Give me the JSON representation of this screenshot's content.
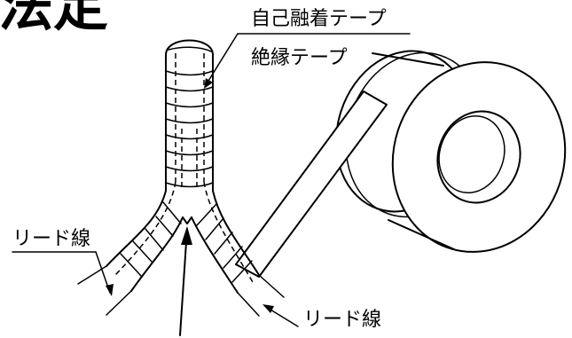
{
  "title": "法定",
  "labels": {
    "self_fusing_tape": "自己融着テープ",
    "insulation_tape": "絶縁テープ",
    "lead_wire_left": "リード線",
    "lead_wire_right": "リード線"
  },
  "colors": {
    "line": "#000000",
    "background": "#ffffff"
  }
}
